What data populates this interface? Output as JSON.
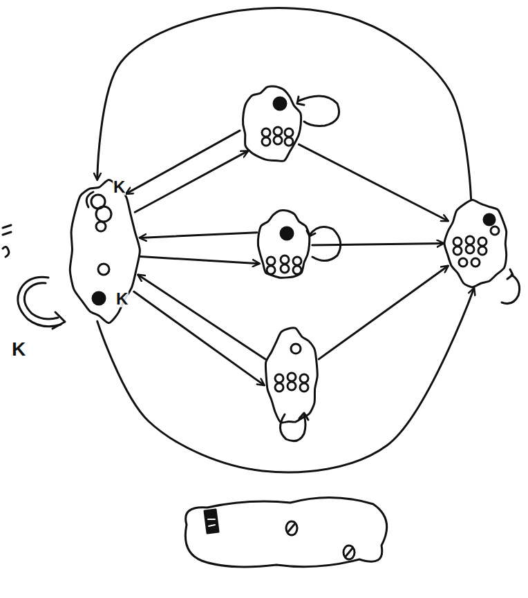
{
  "diagram": {
    "nodes": [
      {
        "text": [
          "K",
          "K"
        ]
      },
      {
        "text": []
      },
      {
        "text": []
      },
      {
        "text": []
      },
      {
        "text": []
      }
    ],
    "edges": [
      {
        "from": 0,
        "to": 1,
        "arrow": "to"
      },
      {
        "from": 1,
        "to": 0,
        "arrow": "to"
      },
      {
        "from": 0,
        "to": 2,
        "arrow": "to"
      },
      {
        "from": 2,
        "to": 0,
        "arrow": "to"
      },
      {
        "from": 0,
        "to": 3,
        "arrow": "to"
      },
      {
        "from": 3,
        "to": 0,
        "arrow": "to"
      },
      {
        "from": 1,
        "to": 4,
        "arrow": "to"
      },
      {
        "from": 2,
        "to": 4,
        "arrow": "to"
      },
      {
        "from": 3,
        "to": 4,
        "arrow": "to"
      },
      {
        "from": 4,
        "to": 0,
        "arrow": "to"
      },
      {
        "from": 0,
        "to": 4,
        "arrow": "to"
      }
    ],
    "labels": [
      "K"
    ]
  }
}
